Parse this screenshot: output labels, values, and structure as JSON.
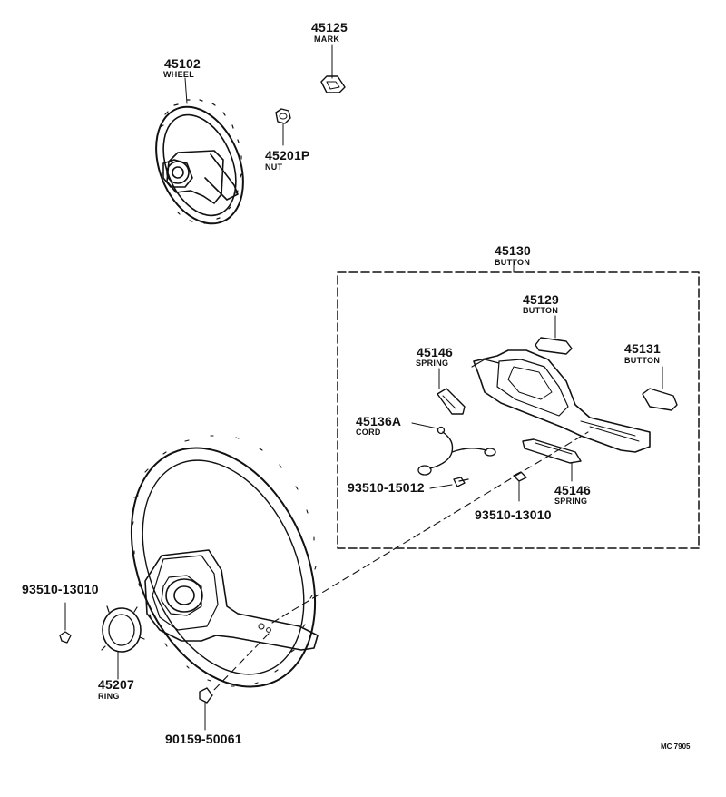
{
  "diagram": {
    "code": "MC 7905",
    "parts": {
      "p45125": {
        "number": "45125",
        "name": "MARK"
      },
      "p45102": {
        "number": "45102",
        "name": "WHEEL"
      },
      "p45201P": {
        "number": "45201P",
        "name": "NUT"
      },
      "p45130": {
        "number": "45130",
        "name": "BUTTON"
      },
      "p45129": {
        "number": "45129",
        "name": "BUTTON"
      },
      "p45146a": {
        "number": "45146",
        "name": "SPRING"
      },
      "p45131": {
        "number": "45131",
        "name": "BUTTON"
      },
      "p45136A": {
        "number": "45136A",
        "name": "CORD"
      },
      "p93510_15012": {
        "number": "93510-15012"
      },
      "p45146b": {
        "number": "45146",
        "name": "SPRING"
      },
      "p93510_13010a": {
        "number": "93510-13010"
      },
      "p93510_13010b": {
        "number": "93510-13010"
      },
      "p45207": {
        "number": "45207",
        "name": "RING"
      },
      "p90159_50061": {
        "number": "90159-50061"
      }
    }
  }
}
